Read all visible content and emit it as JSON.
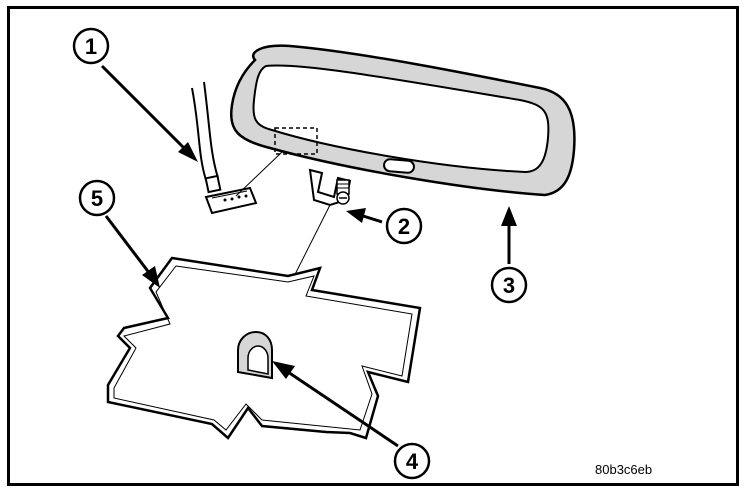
{
  "diagram": {
    "callouts": [
      {
        "id": "1",
        "label": "1"
      },
      {
        "id": "2",
        "label": "2"
      },
      {
        "id": "3",
        "label": "3"
      },
      {
        "id": "4",
        "label": "4"
      },
      {
        "id": "5",
        "label": "5"
      }
    ],
    "figure_id": "80b3c6eb"
  },
  "colors": {
    "line": "#000000",
    "fill_gray": "#d6d6d6",
    "background": "#ffffff"
  }
}
